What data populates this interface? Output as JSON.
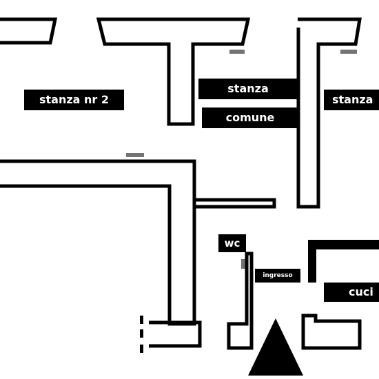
{
  "labels": {
    "room_2": "stanza nr 2",
    "common_room_line1": "stanza",
    "common_room_line2": "comune",
    "room_right": "stanza",
    "wc": "wc",
    "entrance": "ingresso",
    "kitchen": "cuci"
  },
  "colors": {
    "wall": "#000000",
    "background": "#ffffff",
    "label_bg": "#000000",
    "label_text": "#ffffff"
  }
}
